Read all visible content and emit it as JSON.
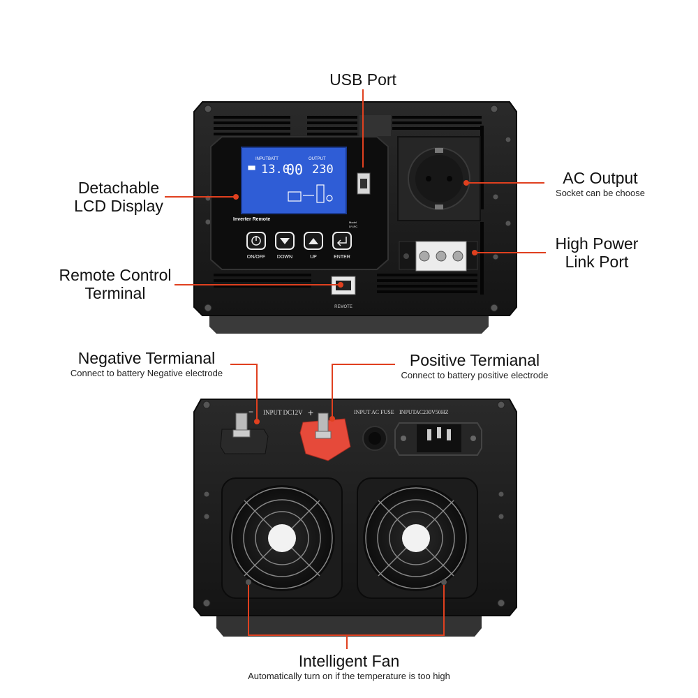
{
  "labels": {
    "usb_port": "USB Port",
    "lcd_display": "Detachable\nLCD Display",
    "ac_output": "AC Output",
    "ac_output_sub": "Socket can be choose",
    "high_power_link": "High Power\nLink Port",
    "remote_control": "Remote Control\nTerminal",
    "negative_terminal": "Negative Termianal",
    "negative_terminal_sub": "Connect to battery Negative electrode",
    "positive_terminal": "Positive Termianal",
    "positive_terminal_sub": "Connect to battery positive electrode",
    "intelligent_fan": "Intelligent Fan",
    "intelligent_fan_sub": "Automatically turn on if the temperature is too high"
  },
  "lcd": {
    "input_label": "INPUTBATT",
    "output_label": "OUTPUT",
    "input_value": "13.0",
    "output_value": "230",
    "mid_value": "00",
    "brand": "Inverter Remote",
    "model": "Model",
    "model_code": "DY-RC",
    "buttons": [
      "ON/OFF",
      "DOWN",
      "UP",
      "ENTER"
    ]
  },
  "panel_text": {
    "remote": "REMOTE",
    "input_dc": "INPUT DC12V",
    "minus": "−",
    "plus": "+",
    "input_ac_fuse": "INPUT AC FUSE",
    "input_ac": "INPUTAC230V50HZ"
  },
  "colors": {
    "callout_line": "#e0401f",
    "lcd_screen": "#2f5dd6",
    "body": "#1c1c1c",
    "terminal_red": "#e64a3a"
  }
}
